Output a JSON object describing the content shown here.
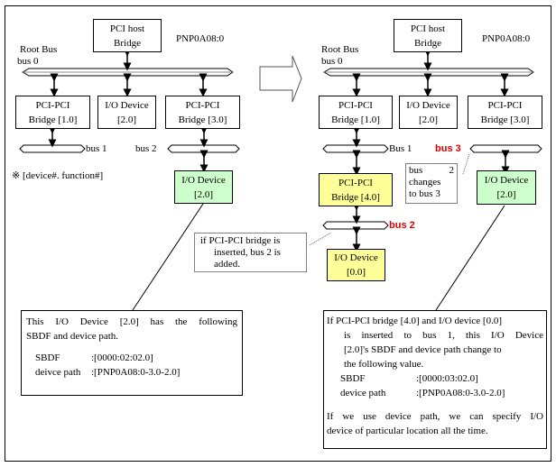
{
  "left": {
    "host_bridge": [
      "PCI host",
      "Bridge"
    ],
    "pnp_label": "PNP0A08:0",
    "root_bus": [
      "Root Bus",
      "bus 0"
    ],
    "bridge_1": [
      "PCI-PCI",
      "Bridge [1.0]"
    ],
    "io_device_bus0": [
      "I/O Device",
      "[2.0]"
    ],
    "bridge_3": [
      "PCI-PCI",
      "Bridge [3.0]"
    ],
    "bus1_label": "bus 1",
    "bus2_label": "bus 2",
    "footnote": "※ [device#. function#]",
    "io_device_target": [
      "I/O Device",
      "[2.0]"
    ],
    "note": [
      "if PCI-PCI bridge is",
      "inserted, bus 2 is",
      "added."
    ],
    "description": {
      "intro": [
        "This I/O Device [2.0] has the following",
        "SBDF and device path."
      ],
      "sbdf_key": "SBDF",
      "sbdf_value": ":[0000:02:02.0]",
      "path_key": "deivce path",
      "path_value": ":[PNP0A08:0-3.0-2.0]"
    }
  },
  "right": {
    "host_bridge": [
      "PCI host",
      "Bridge"
    ],
    "pnp_label": "PNP0A08:0",
    "root_bus": [
      "Root Bus",
      "bus 0"
    ],
    "bridge_1": [
      "PCI-PCI",
      "Bridge [1.0]"
    ],
    "io_device_bus0": [
      "I/O Device",
      "[2.0]"
    ],
    "bridge_3": [
      "PCI-PCI",
      "Bridge [3.0]"
    ],
    "bus1_label": "Bus 1",
    "bus3_label": "bus 3",
    "bus2_label": "bus 2",
    "new_bridge": [
      "PCI-PCI",
      "Bridge [4.0]"
    ],
    "new_io_device": [
      "I/O Device",
      "[0.0]"
    ],
    "io_device_target": [
      "I/O Device",
      "[2.0]"
    ],
    "note": [
      "bus 2",
      "changes",
      "to bus 3"
    ],
    "description": {
      "intro": [
        "If PCI-PCI bridge [4.0] and I/O device [0.0]",
        "is inserted to bus 1, this I/O Device",
        "[2.0]'s SBDF and device path change to",
        "the following value."
      ],
      "sbdf_key": "SBDF",
      "sbdf_value": ":[0000:03:02.0]",
      "path_key": "device path",
      "path_value": ":[PNP0A08:0-3.0-2.0]",
      "conclusion": [
        "If we use device path, we can specify I/O",
        "device of particular location all the time."
      ]
    }
  },
  "colors": {
    "yellow_fill": "#ffff99",
    "green_fill": "#ccffcc",
    "highlight_red": "#e00000"
  }
}
